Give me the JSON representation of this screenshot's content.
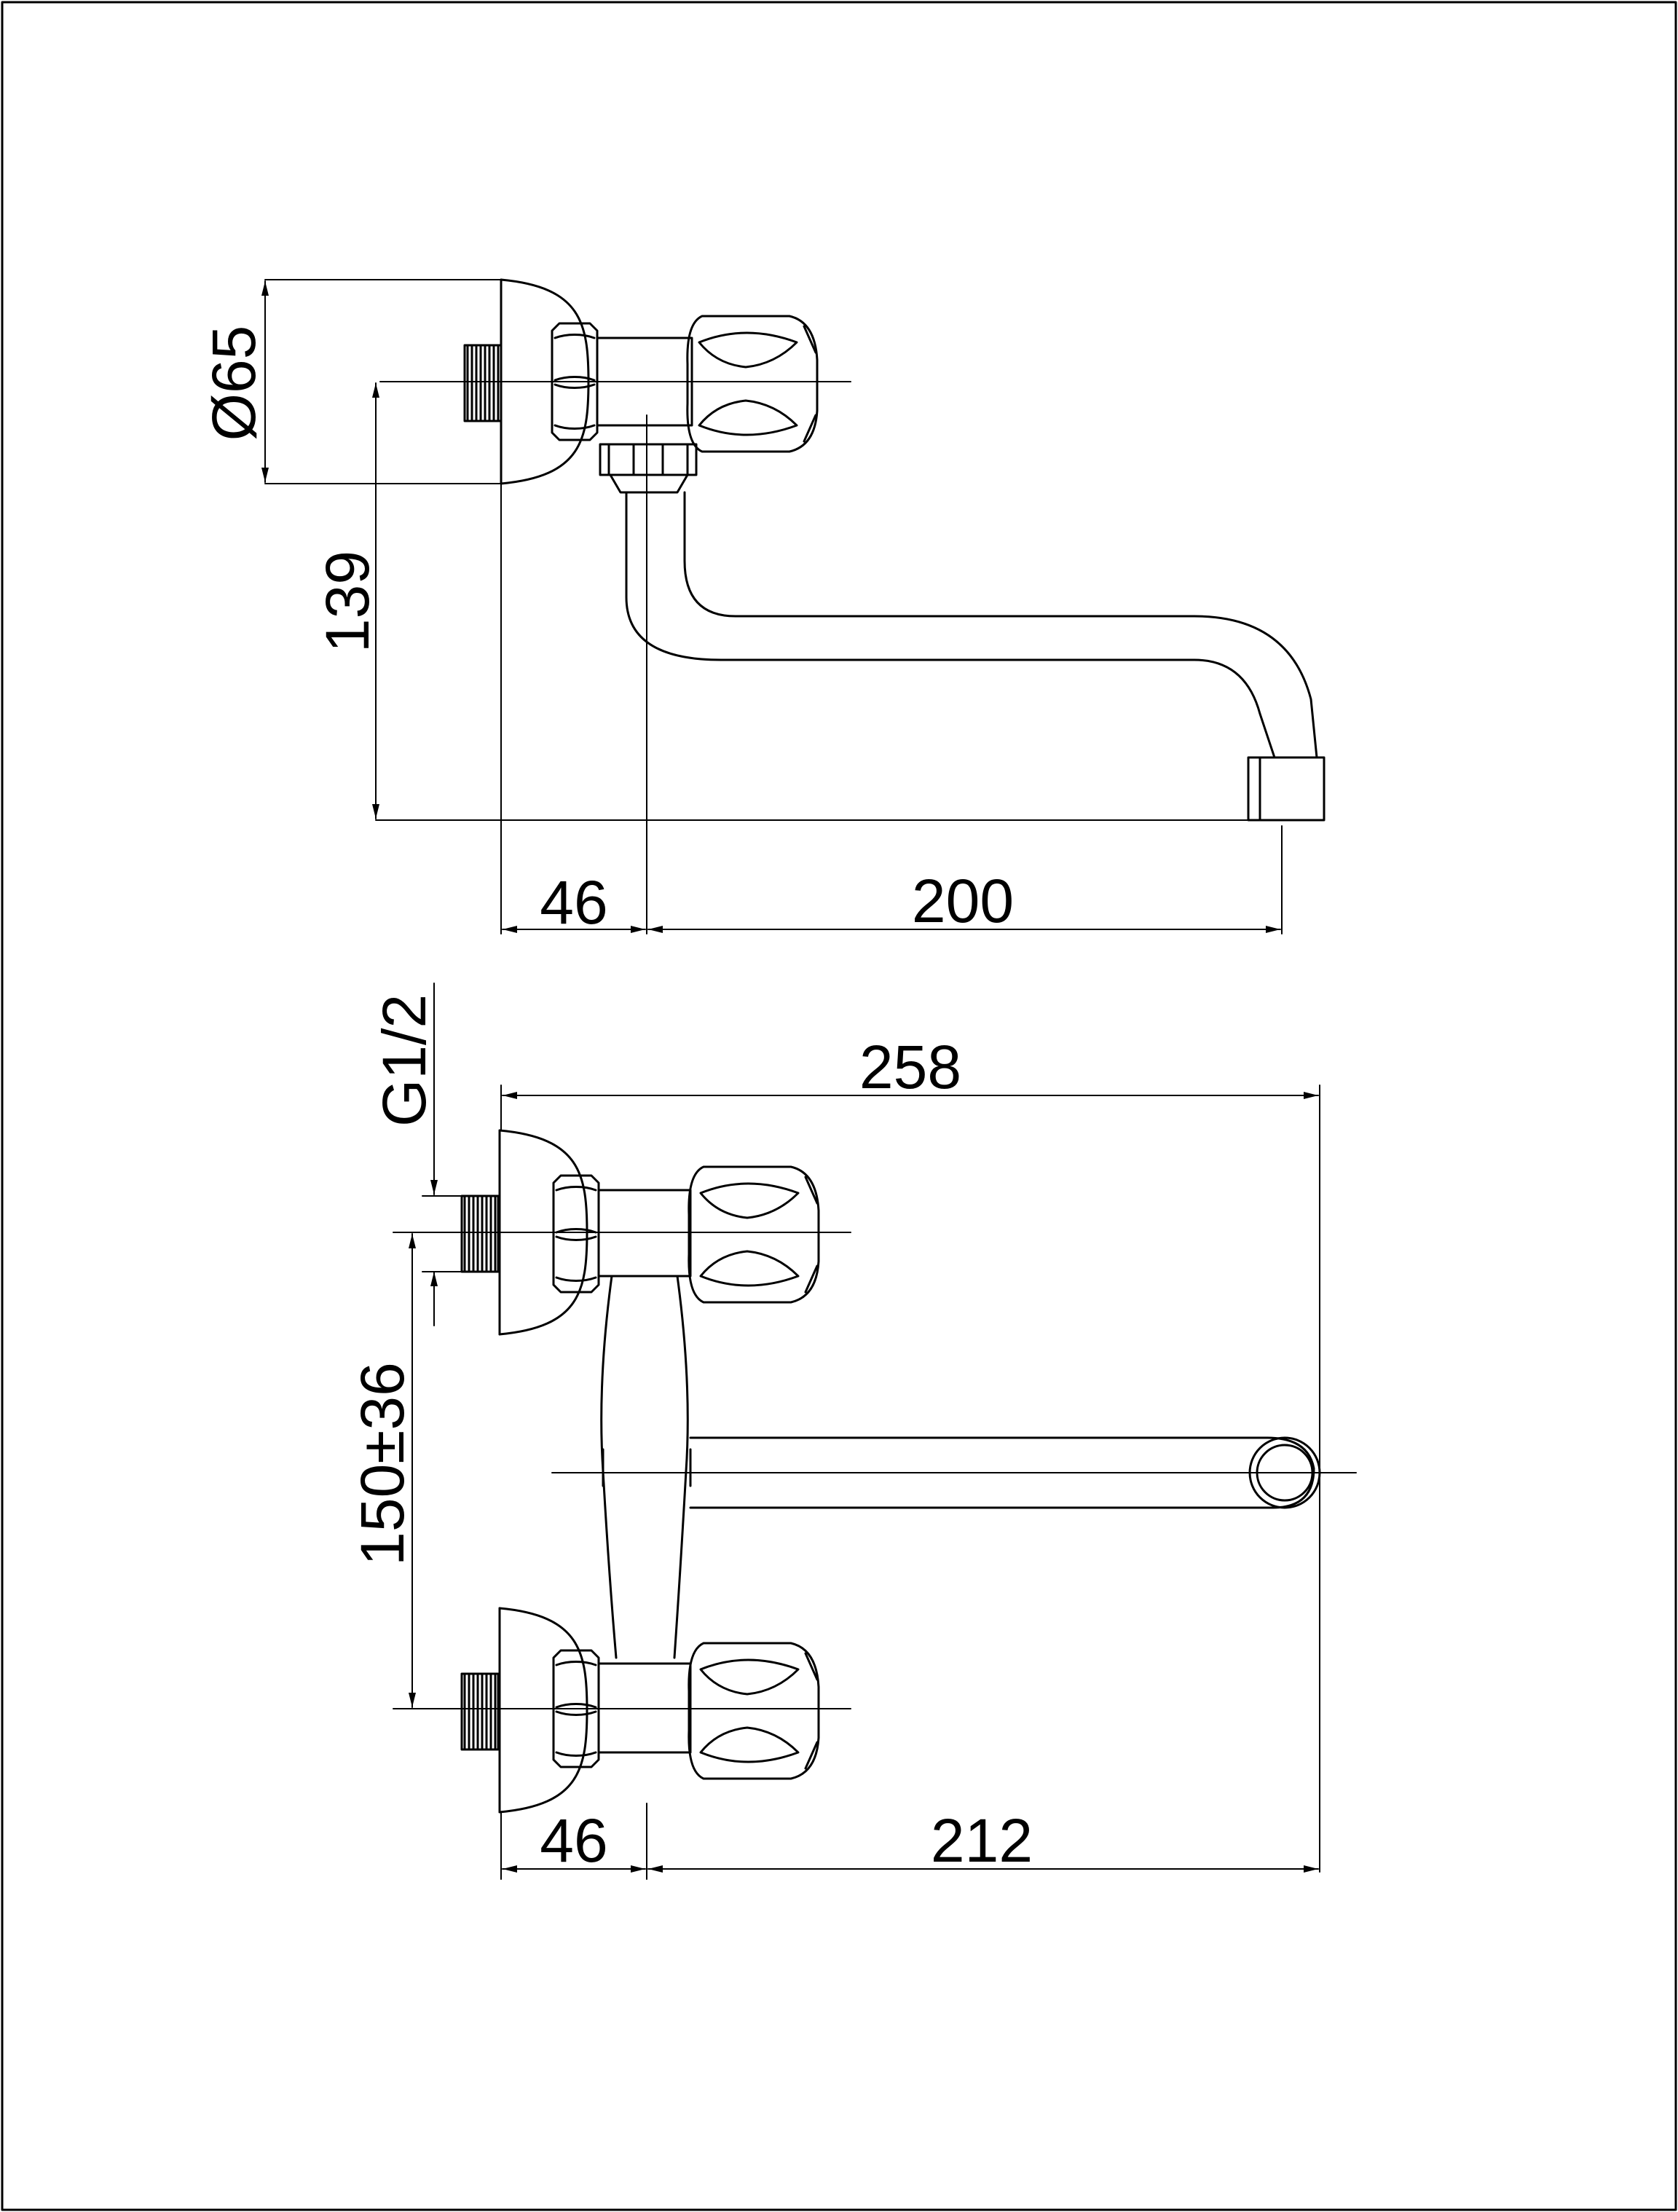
{
  "drawing": {
    "line_color": "#000000",
    "background": "#ffffff"
  },
  "side_view": {
    "dim_diameter": "Ø65",
    "dim_height": "139",
    "dim_left": "46",
    "dim_spout": "200"
  },
  "front_view": {
    "dim_thread": "G1/2",
    "dim_overall": "258",
    "dim_centers": "150±36",
    "dim_left": "46",
    "dim_right": "212"
  }
}
